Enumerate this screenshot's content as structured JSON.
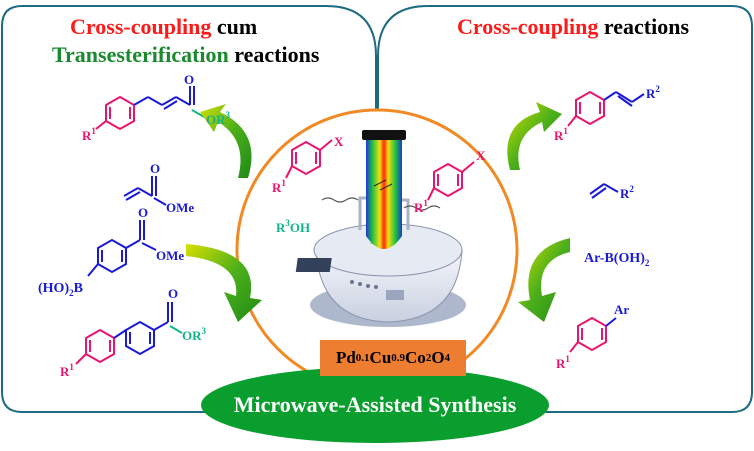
{
  "left_panel": {
    "title_line1_red": "Cross-coupling",
    "title_line1_black": " cum",
    "title_line2_green": "Transesterification",
    "title_line2_black": " reactions"
  },
  "right_panel": {
    "title_red": "Cross-coupling",
    "title_black": " reactions"
  },
  "labels": {
    "or3_top": "OR",
    "sup3": "3",
    "r1": "R",
    "sup1": "1",
    "ome": "OMe",
    "ho2b": "(HO)",
    "sub2": "2",
    "b": "B",
    "x": "X",
    "r3oh_r": "R",
    "r3oh_oh": "OH",
    "o": "O",
    "r2": "R",
    "sup2": "2",
    "ar": "Ar",
    "arb_text": "Ar-B(OH)",
    "arb_close": ""
  },
  "catalyst": {
    "pd": "Pd",
    "pd_sub": "0.1",
    "cu": "Cu",
    "cu_sub": "0.9",
    "co": "Co",
    "co_sub": "2",
    "o": "O",
    "o_sub": "4"
  },
  "banner": "Microwave-Assisted Synthesis",
  "colors": {
    "frame": "#1d6b80",
    "circle": "#f08a24",
    "banner": "#0a9e2e",
    "pink": "#e8156e",
    "blue": "#1a1ad6",
    "teal": "#11b58a",
    "arrow": "#2e9e1f"
  }
}
